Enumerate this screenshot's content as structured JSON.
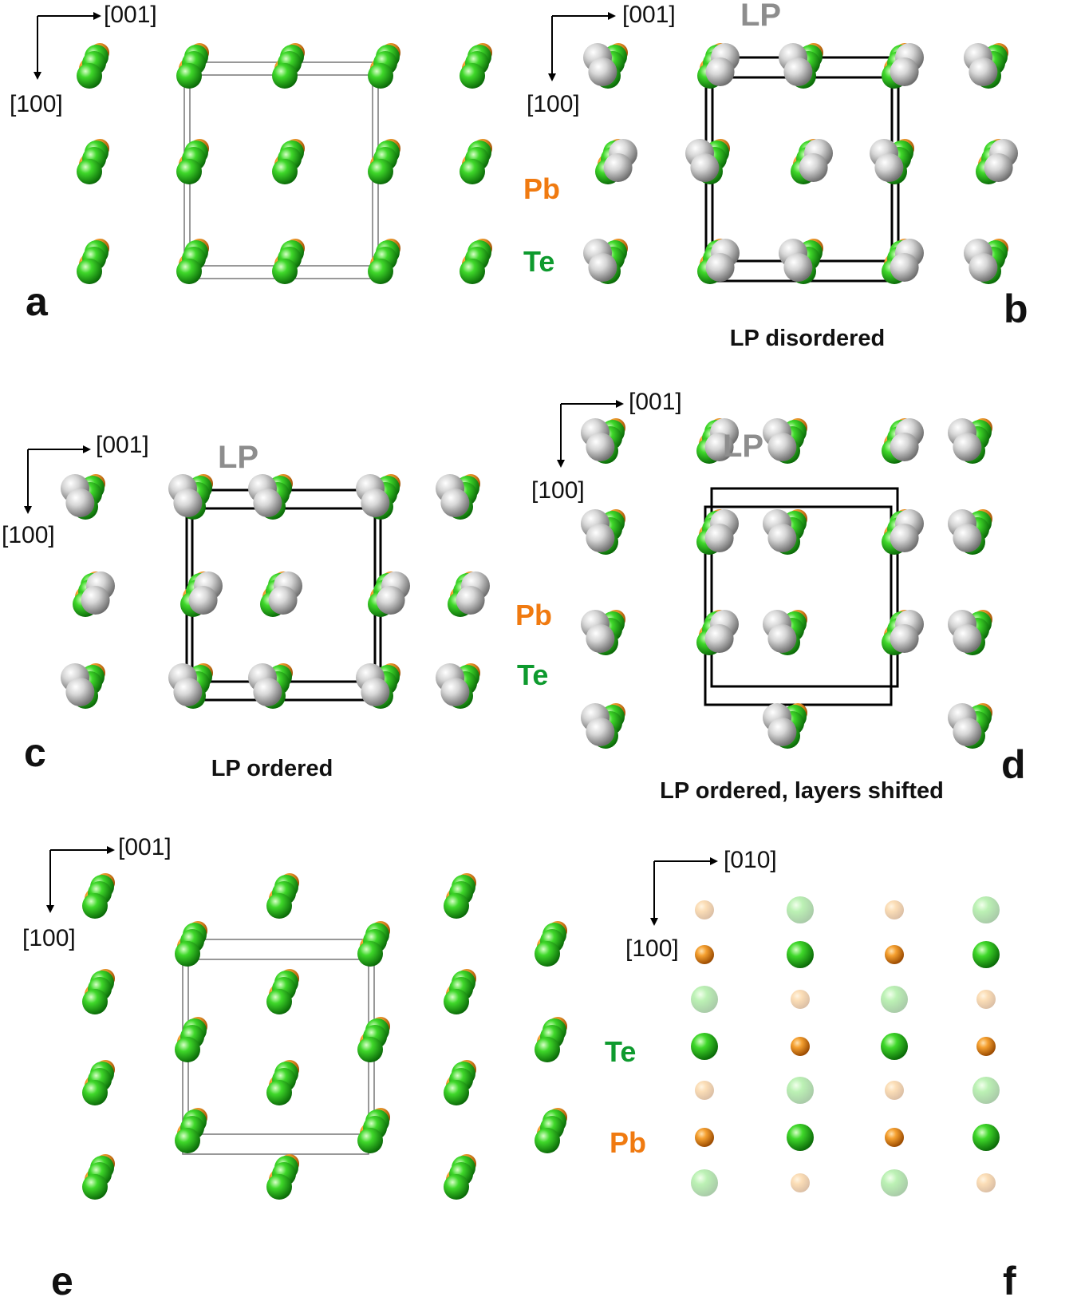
{
  "colors": {
    "pb": "#e8891a",
    "te": "#2ec81f",
    "lp": "#d2d2d2",
    "pb_text": "#f07a10",
    "te_text": "#0e9a2e",
    "lp_text": "#8d8d8d",
    "frame": "#000000"
  },
  "panels": [
    {
      "letter": "a",
      "axis_h": "[001]",
      "axis_v": "[100]",
      "caption": "",
      "legend": [
        "Pb",
        "Te"
      ],
      "lp_label": "",
      "atoms": "Pb, Te"
    },
    {
      "letter": "b",
      "axis_h": "[001]",
      "axis_v": "[100]",
      "caption": "LP disordered",
      "legend": [],
      "lp_label": "LP",
      "atoms": "Pb, Te, LP"
    },
    {
      "letter": "c",
      "axis_h": "[001]",
      "axis_v": "[100]",
      "caption": "LP ordered",
      "legend": [
        "Pb",
        "Te"
      ],
      "lp_label": "LP",
      "atoms": "Pb, Te, LP"
    },
    {
      "letter": "d",
      "axis_h": "[001]",
      "axis_v": "[100]",
      "caption": "LP ordered, layers shifted",
      "legend": [],
      "lp_label": "LP",
      "atoms": "Pb, Te, LP"
    },
    {
      "letter": "e",
      "axis_h": "[001]",
      "axis_v": "[100]",
      "caption": "",
      "legend": [],
      "lp_label": "",
      "atoms": "Pb, Te"
    },
    {
      "letter": "f",
      "axis_h": "[010]",
      "axis_v": "[100]",
      "caption": "",
      "legend": [
        "Te",
        "Pb"
      ],
      "lp_label": "",
      "atoms": "Pb, Te"
    }
  ]
}
